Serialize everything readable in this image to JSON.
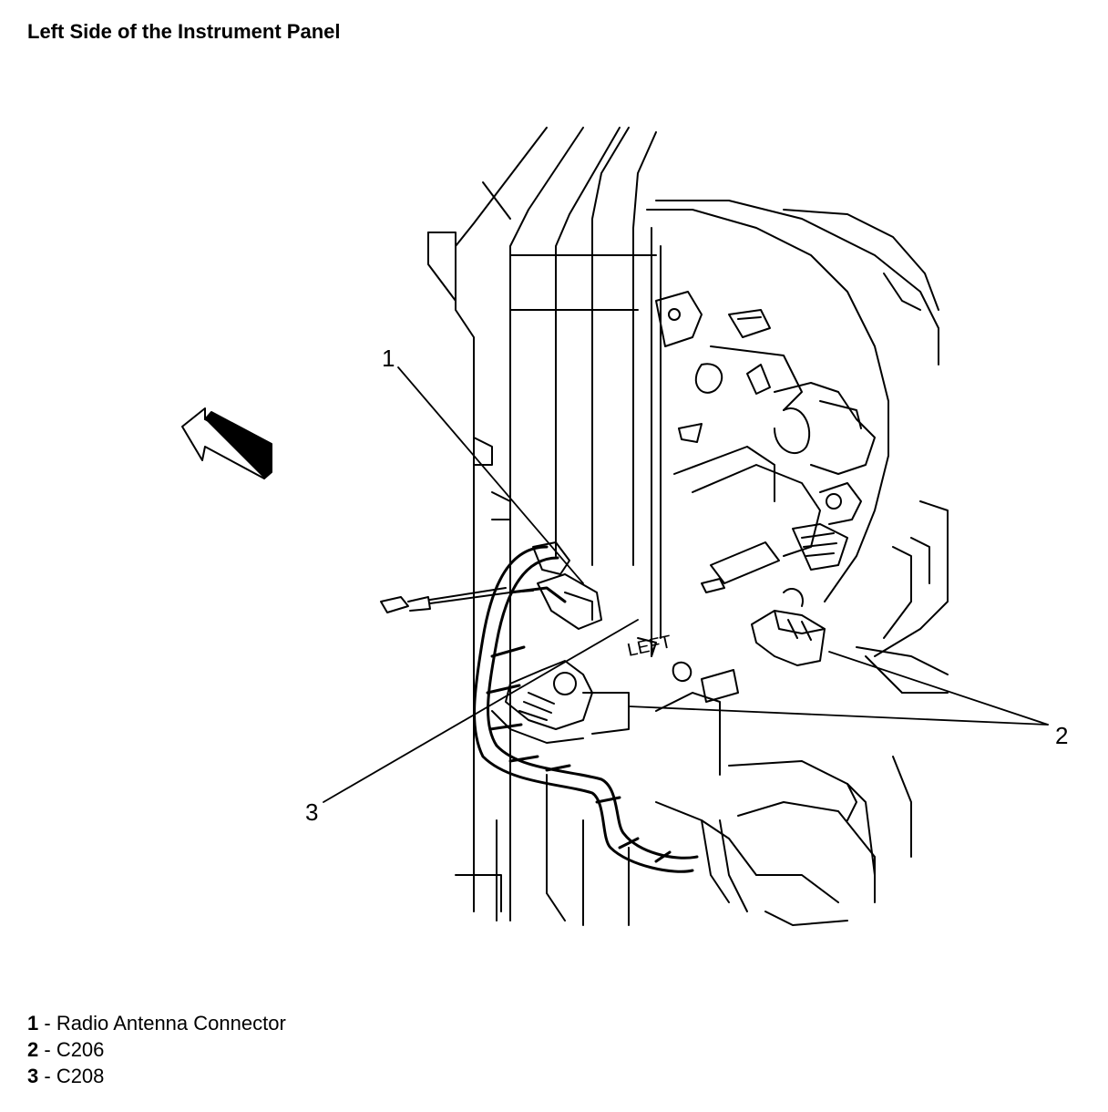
{
  "title": "Left Side of the Instrument Panel",
  "callouts": [
    {
      "num": "1"
    },
    {
      "num": "2"
    },
    {
      "num": "3"
    }
  ],
  "legend": [
    {
      "num": "1",
      "sep": " - ",
      "label": "Radio Antenna Connector"
    },
    {
      "num": "2",
      "sep": " - ",
      "label": "C206"
    },
    {
      "num": "3",
      "sep": " - ",
      "label": "C208"
    }
  ],
  "icons": {
    "direction_arrow": "front-direction-arrow-icon"
  },
  "colors": {
    "line": "#000000",
    "background": "#ffffff"
  }
}
